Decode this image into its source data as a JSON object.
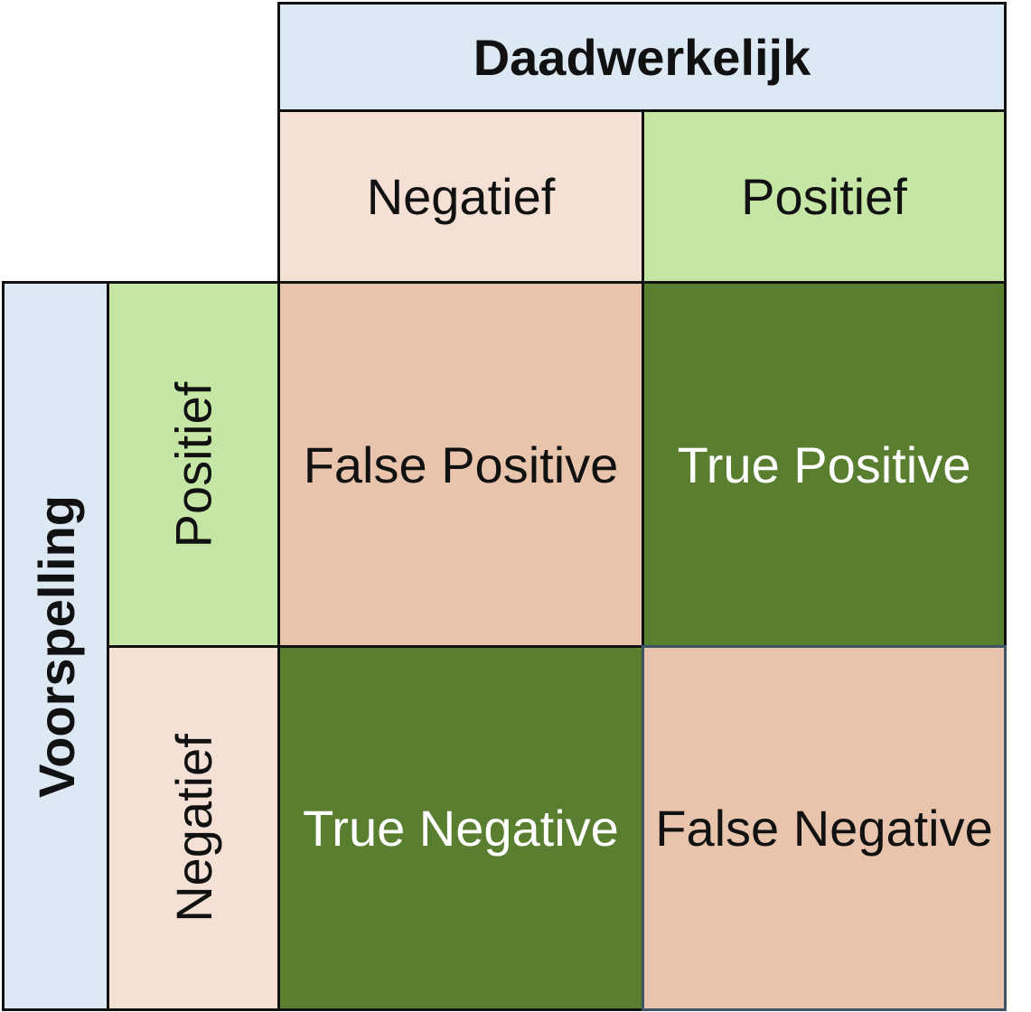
{
  "colors": {
    "header_blue": "#dde8f5",
    "light_peach": "#f4e0d4",
    "light_green": "#c5e6a5",
    "peach": "#e8c4ad",
    "dark_green": "#5a7e2f"
  },
  "header": {
    "actual_label": "Daadwerkelijk",
    "predicted_label": "Voorspelling"
  },
  "columns": {
    "negative_label": "Negatief",
    "positive_label": "Positief"
  },
  "rows": {
    "positive_label": "Positief",
    "negative_label": "Negatief"
  },
  "matrix": {
    "false_positive": "False Positive",
    "true_positive": "True Positive",
    "true_negative": "True Negative",
    "false_negative": "False Negative"
  }
}
